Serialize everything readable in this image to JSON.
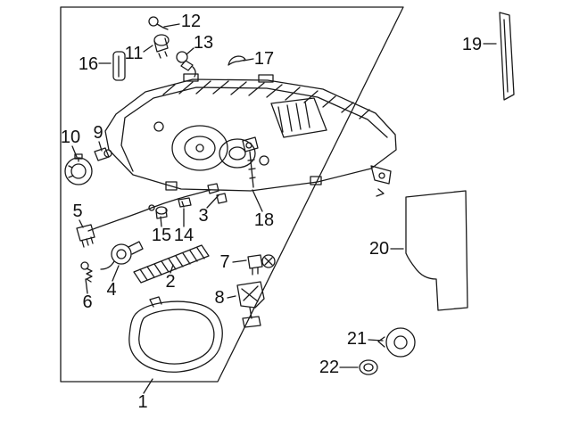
{
  "colors": {
    "background": "#ffffff",
    "line": "#1a1a1a",
    "text": "#111111"
  },
  "diagram": {
    "callouts": [
      "1",
      "2",
      "3",
      "4",
      "5",
      "6",
      "7",
      "8",
      "9",
      "10",
      "11",
      "12",
      "13",
      "14",
      "15",
      "16",
      "17",
      "18",
      "19",
      "20",
      "21",
      "22"
    ]
  }
}
